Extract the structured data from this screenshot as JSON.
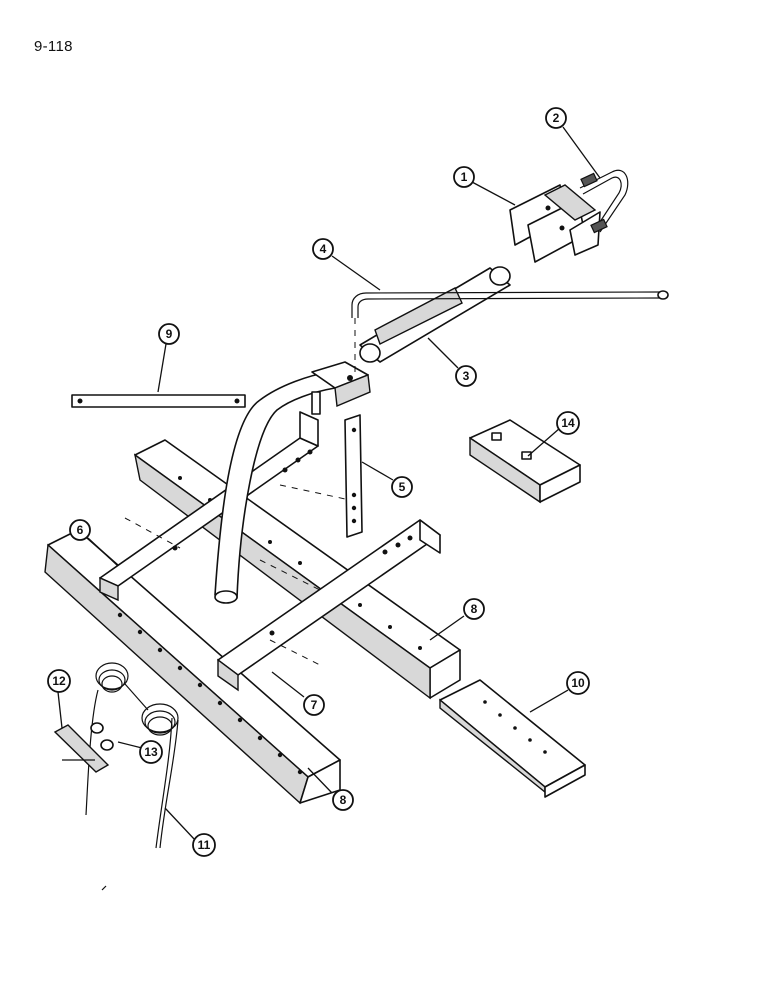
{
  "page": {
    "number": "9-118"
  },
  "callouts": [
    {
      "id": "1",
      "label": "1"
    },
    {
      "id": "2",
      "label": "2"
    },
    {
      "id": "3",
      "label": "3"
    },
    {
      "id": "4",
      "label": "4"
    },
    {
      "id": "5",
      "label": "5"
    },
    {
      "id": "6",
      "label": "6"
    },
    {
      "id": "7",
      "label": "7"
    },
    {
      "id": "8a",
      "label": "8"
    },
    {
      "id": "8b",
      "label": "8"
    },
    {
      "id": "9",
      "label": "9"
    },
    {
      "id": "10",
      "label": "10"
    },
    {
      "id": "11",
      "label": "11"
    },
    {
      "id": "12",
      "label": "12"
    },
    {
      "id": "13",
      "label": "13"
    },
    {
      "id": "14",
      "label": "14"
    }
  ]
}
